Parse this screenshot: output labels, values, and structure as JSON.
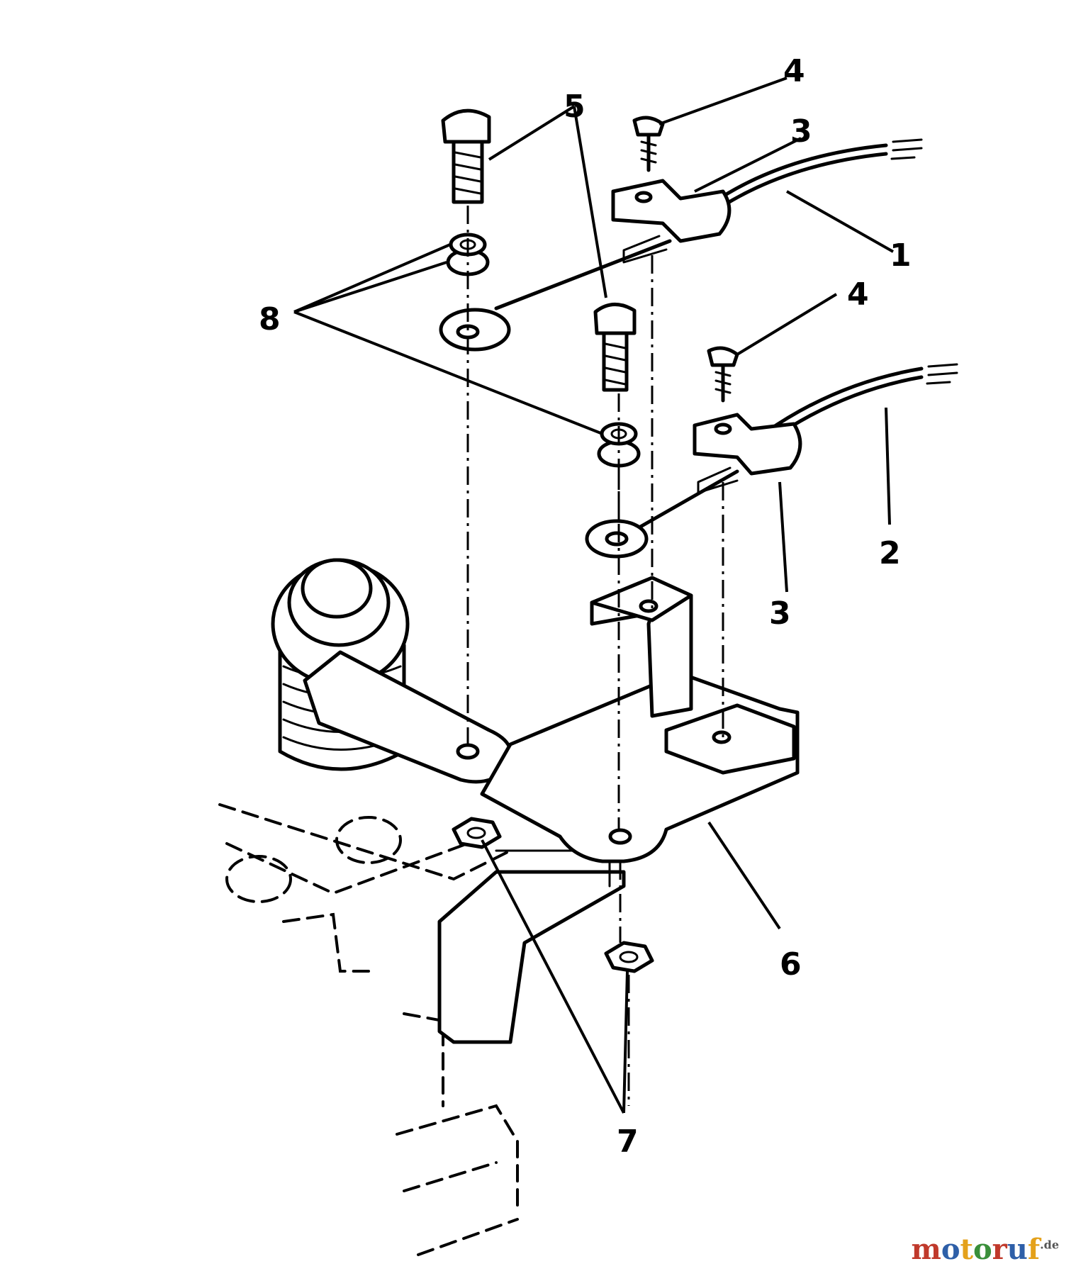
{
  "callouts": {
    "c1": "1",
    "c2": "2",
    "c3a": "3",
    "c3b": "3",
    "c4a": "4",
    "c4b": "4",
    "c5": "5",
    "c6": "6",
    "c7": "7",
    "c8": "8"
  },
  "watermark": {
    "brand": "motoruf",
    "suffix": ".de",
    "colors": [
      "#c0392b",
      "#2e5fa8",
      "#e4a11b",
      "#3a8f3a"
    ]
  }
}
